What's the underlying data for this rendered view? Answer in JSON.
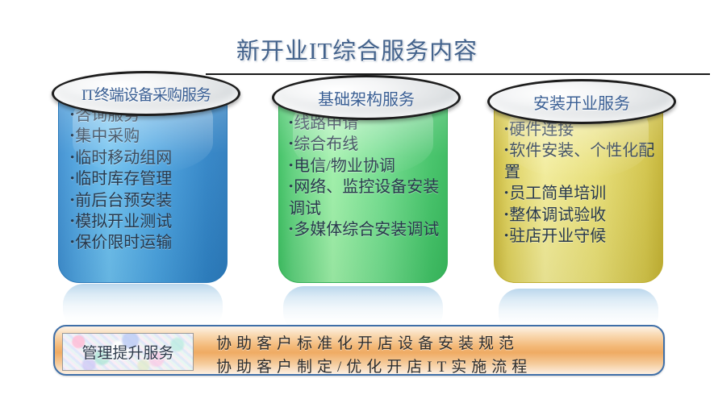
{
  "page": {
    "title": "新开业IT综合服务内容",
    "background_color": "#ffffff",
    "title_color": "#44638c"
  },
  "columns": [
    {
      "id": "it-terminal-procurement",
      "header": "IT终端设备采购服务",
      "accent_color": "#4aa3e0",
      "items": [
        "咨询服务",
        "集中采购",
        "临时移动组网",
        "临时库存管理",
        "前后台预安装",
        "模拟开业测试",
        "保价限时运输"
      ]
    },
    {
      "id": "infrastructure-service",
      "header": "基础架构服务",
      "accent_color": "#70dc8c",
      "items": [
        "线路申请",
        "综合布线",
        "电信/物业协调",
        "网络、监控设备安装调试",
        "多媒体综合安装调试"
      ]
    },
    {
      "id": "installation-opening-service",
      "header": "安装开业服务",
      "accent_color": "#e8df76",
      "items": [
        "硬件连接",
        "软件安装、个性化配置",
        "员工简单培训",
        "整体调试验收",
        "驻店开业守候"
      ]
    }
  ],
  "bottom_bar": {
    "label": "管理提升服务",
    "border_color": "#3f6fa8",
    "lines": [
      "协助客户标准化开店设备安装规范",
      "协助客户制定/优化开店IT实施流程"
    ]
  },
  "bullet_glyph": "•"
}
